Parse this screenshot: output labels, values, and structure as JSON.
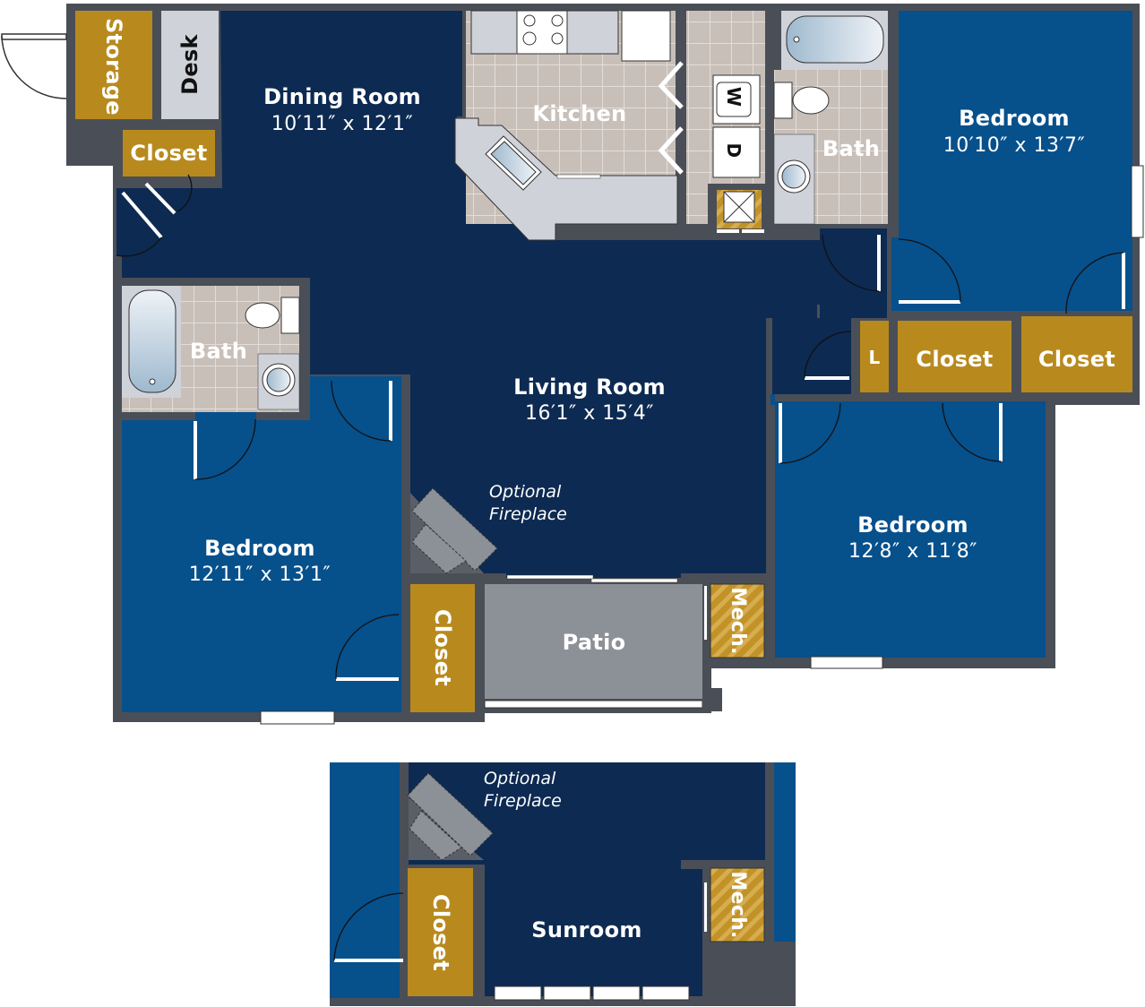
{
  "colors": {
    "wall": "#4a4f57",
    "main_living": "#0d2a52",
    "bedroom": "#06508c",
    "closet": "#b88a1e",
    "tile": "#c8bfb9",
    "counter": "#cfd2d9",
    "patio": "#8c9097",
    "desk": "#cfd2d9",
    "label_text": "#ffffff"
  },
  "rooms": {
    "storage": {
      "name": "Storage"
    },
    "desk": {
      "name": "Desk"
    },
    "closet_entry": {
      "name": "Closet"
    },
    "dining": {
      "name": "Dining Room",
      "dims": "10′11″ x 12′1″"
    },
    "kitchen": {
      "name": "Kitchen"
    },
    "washer": {
      "name": "W"
    },
    "dryer": {
      "name": "D"
    },
    "bath_master": {
      "name": "Bath"
    },
    "bedroom_ne": {
      "name": "Bedroom",
      "dims": "10′10″ x 13′7″"
    },
    "bath_west": {
      "name": "Bath"
    },
    "living": {
      "name": "Living Room",
      "dims": "16′1″ x 15′4″"
    },
    "fireplace": {
      "line1": "Optional",
      "line2": "Fireplace"
    },
    "linen": {
      "name": "L"
    },
    "closet_ne_1": {
      "name": "Closet"
    },
    "closet_ne_2": {
      "name": "Closet"
    },
    "bedroom_w": {
      "name": "Bedroom",
      "dims": "12′11″ x 13′1″"
    },
    "closet_w": {
      "name": "Closet"
    },
    "patio": {
      "name": "Patio"
    },
    "mech": {
      "name": "Mech."
    },
    "bedroom_se": {
      "name": "Bedroom",
      "dims": "12′8″ x 11′8″"
    }
  },
  "sunroom_option": {
    "fireplace": {
      "line1": "Optional",
      "line2": "Fireplace"
    },
    "closet": {
      "name": "Closet"
    },
    "sunroom": {
      "name": "Sunroom"
    },
    "mech": {
      "name": "Mech."
    }
  }
}
